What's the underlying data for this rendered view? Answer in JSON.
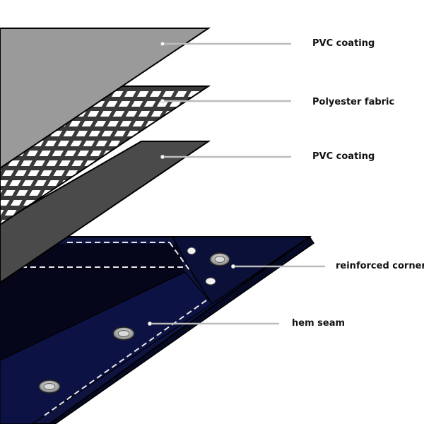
{
  "layers": [
    {
      "id": "pvc-top",
      "label": "PVC coating"
    },
    {
      "id": "polyester",
      "label": "Polyester fabric"
    },
    {
      "id": "pvc-bottom",
      "label": "PVC coating"
    }
  ],
  "callouts": {
    "reinforced_corner": "reinforced corner",
    "hem_seam": "hem seam"
  },
  "colors": {
    "pvc_top": "#9a9a9a",
    "pvc_bottom": "#4a4a4a",
    "fabric_bg": "#ffffff",
    "fabric_grid": "#3a3a3a",
    "tarp_navy": "#0e1340",
    "tarp_dark": "#05061a",
    "leader": "#bcbcbc"
  }
}
